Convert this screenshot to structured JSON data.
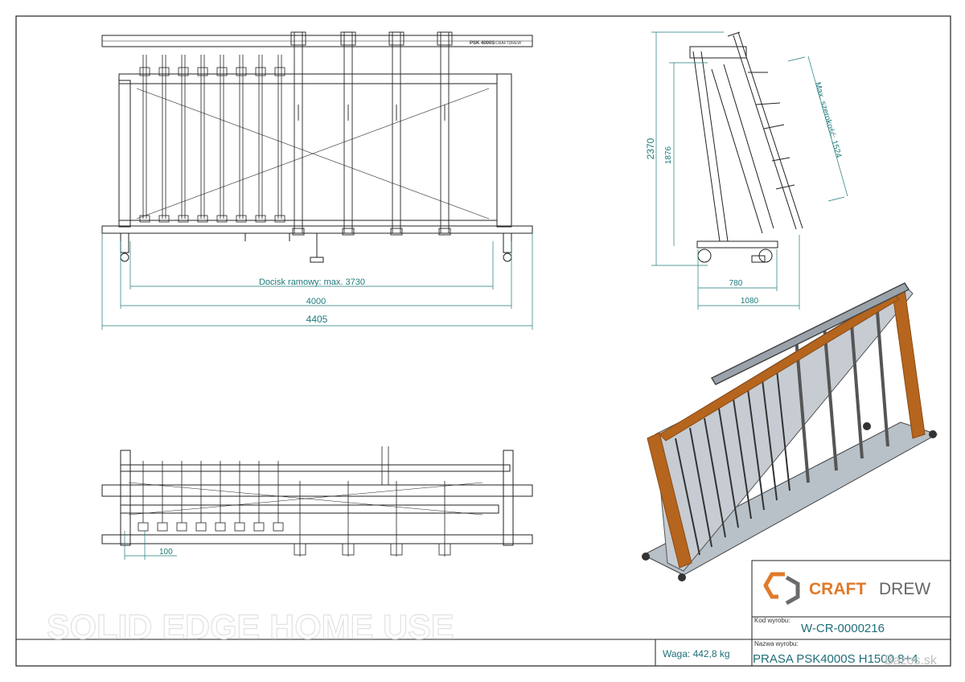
{
  "dimensions": {
    "front_press_stroke": "Docisk ramowy: max. 3730",
    "front_inner_width": "4000",
    "front_total_width": "4405",
    "side_height_total": "2370",
    "side_height_frame": "1876",
    "side_max_width": "Max. szerokość: 1524",
    "side_base_inner": "780",
    "side_base_total": "1080",
    "top_spacing": "100"
  },
  "plate_label": "PSK 4000S",
  "plate_brand": "CRAFTDREW",
  "watermark": "SOLID EDGE HOME USE",
  "title_block": {
    "logo_brand_a": "CRAFT",
    "logo_brand_b": "DREW",
    "code_label": "Kod wyrobu:",
    "code_value": "W-CR-0000216",
    "name_label": "Nazwa wyrobu:",
    "name_value": "PRASA PSK4000S H1500 8+4",
    "weight": "Waga: 442,8 kg"
  },
  "site_watermark": "Bazos.sk",
  "colors": {
    "line": "#222222",
    "dimension": "#1f7a7a",
    "brand": "#e07a2a",
    "accent_wood": "#b5651d",
    "steel": "#9aa3ab"
  }
}
